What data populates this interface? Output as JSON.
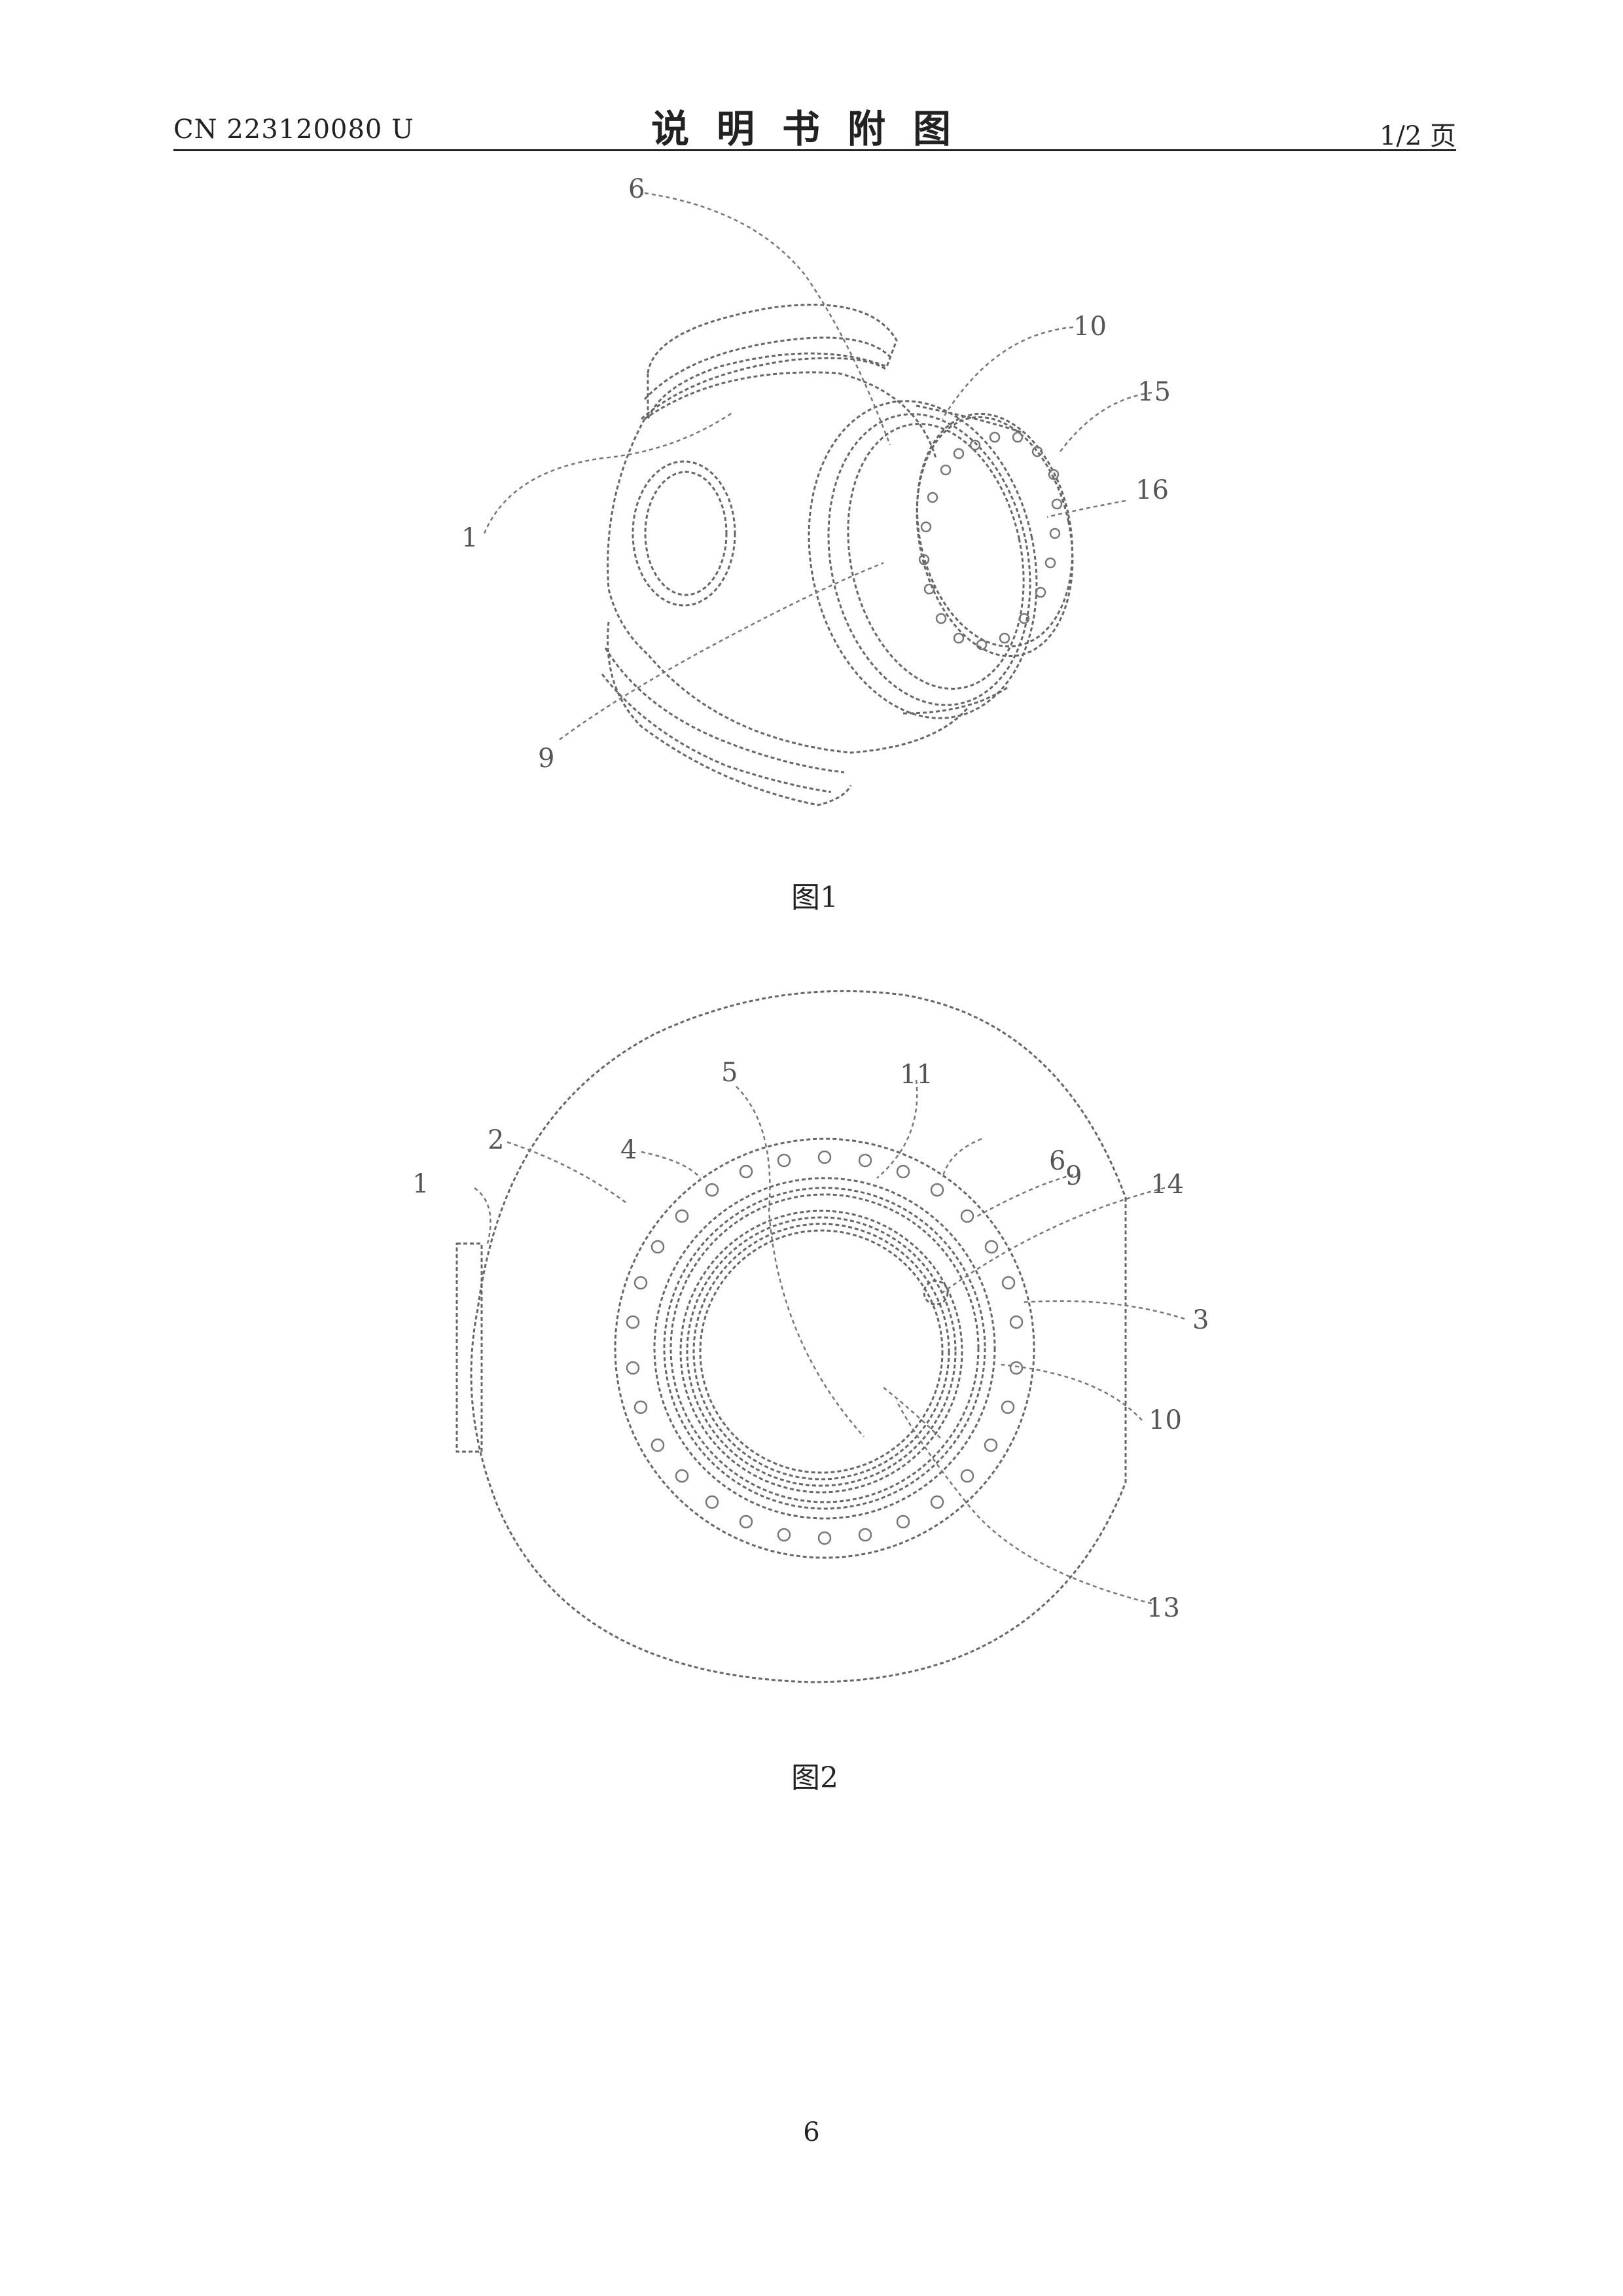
{
  "header": {
    "publication_number": "CN 223120080 U",
    "title": "说明书附图",
    "page_of": "1/2 页"
  },
  "figure1": {
    "caption": "图1",
    "callouts": [
      "6",
      "10",
      "15",
      "16",
      "1",
      "9"
    ]
  },
  "figure2": {
    "caption": "图2",
    "callouts": [
      "5",
      "11",
      "2",
      "4",
      "6",
      "9",
      "14",
      "1",
      "3",
      "10",
      "13"
    ]
  },
  "footer": {
    "page_number": "6"
  }
}
